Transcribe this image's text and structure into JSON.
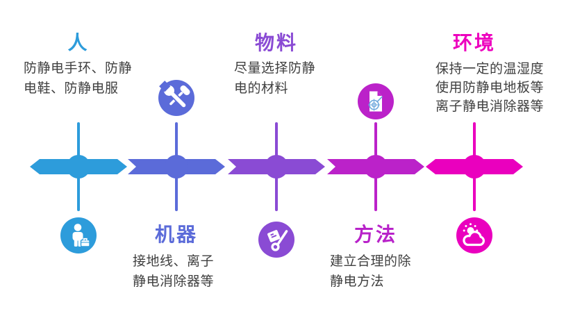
{
  "categories": [
    {
      "title": "人",
      "lines": [
        "防静电手环、防静",
        "电鞋、防静电服"
      ],
      "label_position": "top",
      "icon": "person-icon",
      "color": "#2D9CDB"
    },
    {
      "title": "机器",
      "lines": [
        "接地线、离子",
        "静电消除器等"
      ],
      "label_position": "bottom",
      "icon": "tools-icon",
      "color": "#5B6BD9"
    },
    {
      "title": "物料",
      "lines": [
        "尽量选择防静",
        "电的材料"
      ],
      "label_position": "top",
      "icon": "handtruck-icon",
      "color": "#8A4BD4"
    },
    {
      "title": "方法",
      "lines": [
        "建立合理的除",
        "静电方法"
      ],
      "label_position": "bottom",
      "icon": "document-icon",
      "color": "#BB22C9"
    },
    {
      "title": "环境",
      "lines": [
        "保持一定的温湿度",
        "使用防静电地板等",
        "离子静电消除器等"
      ],
      "label_position": "top",
      "icon": "weather-icon",
      "color": "#EA00BE"
    }
  ],
  "text_color": "#3f3f3f",
  "background": "#ffffff"
}
